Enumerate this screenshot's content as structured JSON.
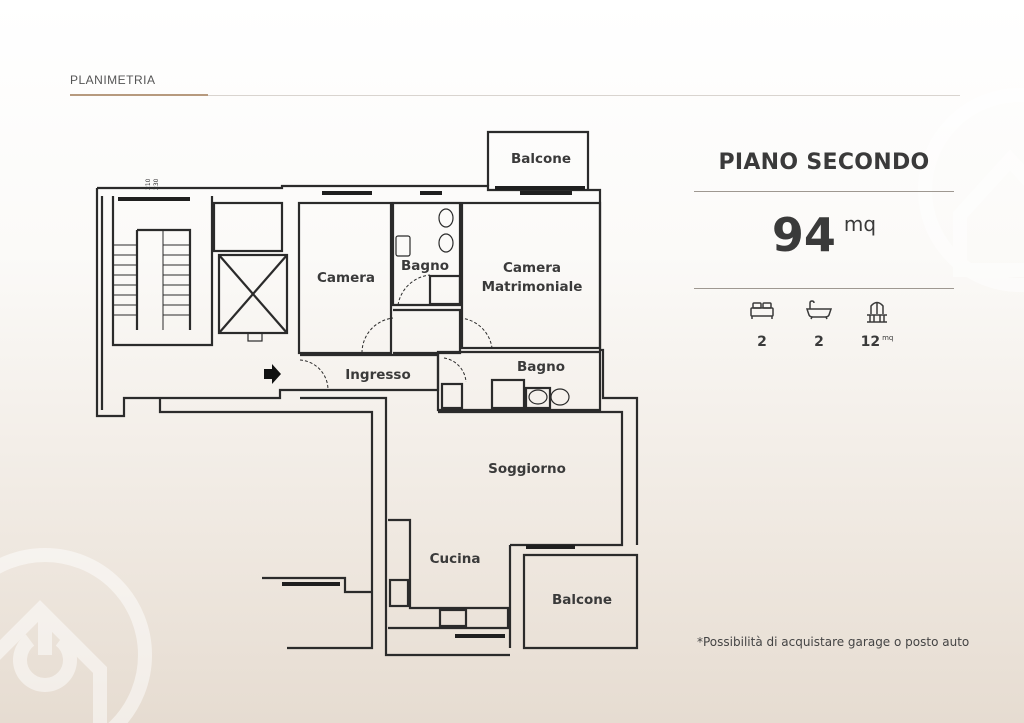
{
  "header": {
    "section_label": "PLANIMETRIA"
  },
  "info": {
    "floor_title": "PIANO SECONDO",
    "area_value": "94",
    "area_unit": "mq",
    "stats": [
      {
        "icon": "bed-icon",
        "value": "2"
      },
      {
        "icon": "bathtub-icon",
        "value": "2"
      },
      {
        "icon": "balcony-icon",
        "value": "12",
        "unit": "mq"
      }
    ]
  },
  "plan": {
    "rooms": {
      "balcone_top": "Balcone",
      "camera": "Camera",
      "bagno_1": "Bagno",
      "camera_matrimoniale_1": "Camera",
      "camera_matrimoniale_2": "Matrimoniale",
      "ingresso": "Ingresso",
      "bagno_2": "Bagno",
      "soggiorno": "Soggiorno",
      "cucina": "Cucina",
      "balcone_bottom": "Balcone"
    },
    "stair_marks": [
      "210",
      "230"
    ]
  },
  "footer": {
    "note": "*Possibilità di acquistare garage o posto auto"
  },
  "colors": {
    "accent": "#b79a7e",
    "text": "#3a3a3a",
    "wall": "#2b2b2b"
  }
}
